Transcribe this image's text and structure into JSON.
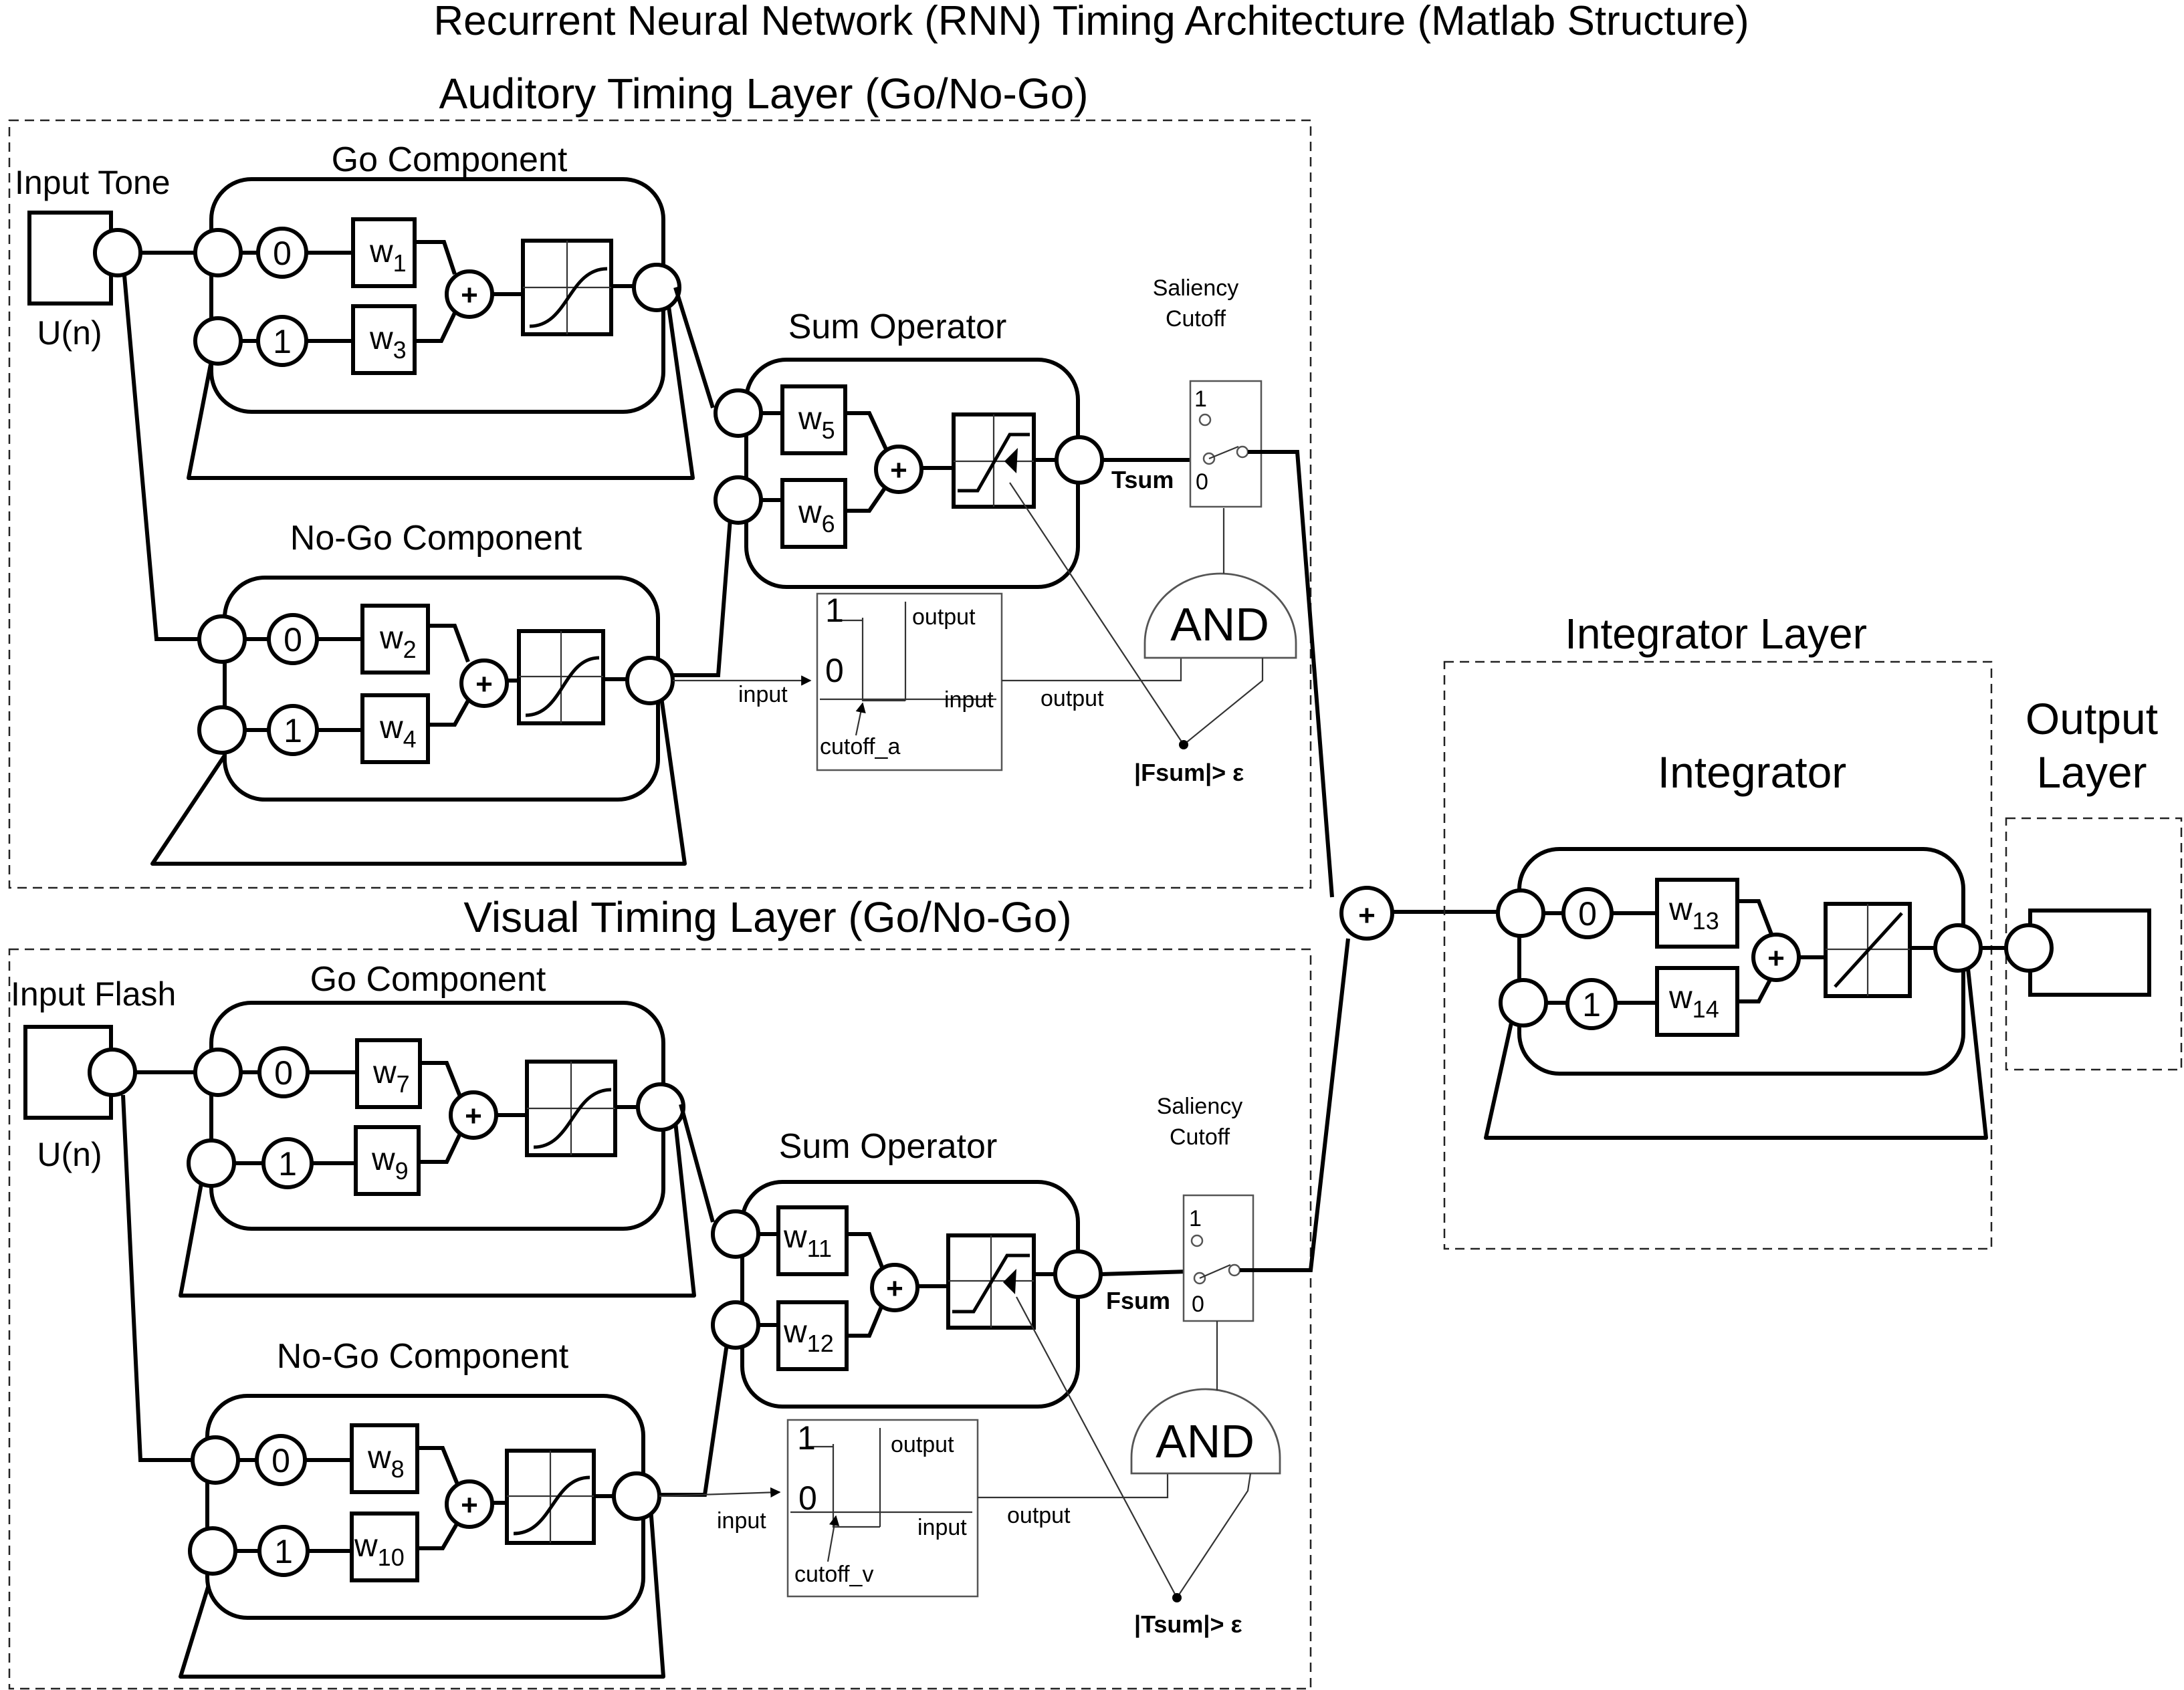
{
  "title": "Recurrent Neural Network (RNN) Timing Architecture (Matlab Structure)",
  "auditory": {
    "layer_title": "Auditory Timing Layer (Go/No-Go)",
    "input_label": "Input Tone",
    "input_signal": "U(n)",
    "go": {
      "label": "Go Component",
      "node0": "0",
      "node1": "1",
      "w_top": "w",
      "w_top_sub": "1",
      "w_bot": "w",
      "w_bot_sub": "3"
    },
    "nogo": {
      "label": "No-Go Component",
      "node0": "0",
      "node1": "1",
      "w_top": "w",
      "w_top_sub": "2",
      "w_bot": "w",
      "w_bot_sub": "4"
    },
    "sum": {
      "label": "Sum Operator",
      "w_top": "w",
      "w_top_sub": "5",
      "w_bot": "w",
      "w_bot_sub": "6",
      "output": "Tsum"
    },
    "saliency": {
      "line1": "Saliency",
      "line2": "Cutoff",
      "pos1": "1",
      "pos0": "0"
    },
    "cutoff": {
      "one": "1",
      "zero": "0",
      "output_top": "output",
      "input_axis": "input",
      "threshold": "cutoff_a",
      "input_arrow": "input",
      "output_arrow": "output"
    },
    "gate": "AND",
    "condition": "|Fsum|> ε"
  },
  "visual": {
    "layer_title": "Visual Timing Layer (Go/No-Go)",
    "input_label": "Input Flash",
    "input_signal": "U(n)",
    "go": {
      "label": "Go Component",
      "node0": "0",
      "node1": "1",
      "w_top": "w",
      "w_top_sub": "7",
      "w_bot": "w",
      "w_bot_sub": "9"
    },
    "nogo": {
      "label": "No-Go Component",
      "node0": "0",
      "node1": "1",
      "w_top": "w",
      "w_top_sub": "8",
      "w_bot": "w",
      "w_bot_sub": "10"
    },
    "sum": {
      "label": "Sum Operator",
      "w_top": "w",
      "w_top_sub": "11",
      "w_bot": "w",
      "w_bot_sub": "12",
      "output": "Fsum"
    },
    "saliency": {
      "line1": "Saliency",
      "line2": "Cutoff",
      "pos1": "1",
      "pos0": "0"
    },
    "cutoff": {
      "one": "1",
      "zero": "0",
      "output_top": "output",
      "input_axis": "input",
      "threshold": "cutoff_v",
      "input_arrow": "input",
      "output_arrow": "output"
    },
    "gate": "AND",
    "condition": "|Tsum|> ε"
  },
  "integrator": {
    "layer_title": "Integrator Layer",
    "label": "Integrator",
    "node0": "0",
    "node1": "1",
    "w_top": "w",
    "w_top_sub": "13",
    "w_bot": "w",
    "w_bot_sub": "14"
  },
  "output": {
    "line1": "Output",
    "line2": "Layer"
  },
  "symbols": {
    "plus": "+"
  }
}
